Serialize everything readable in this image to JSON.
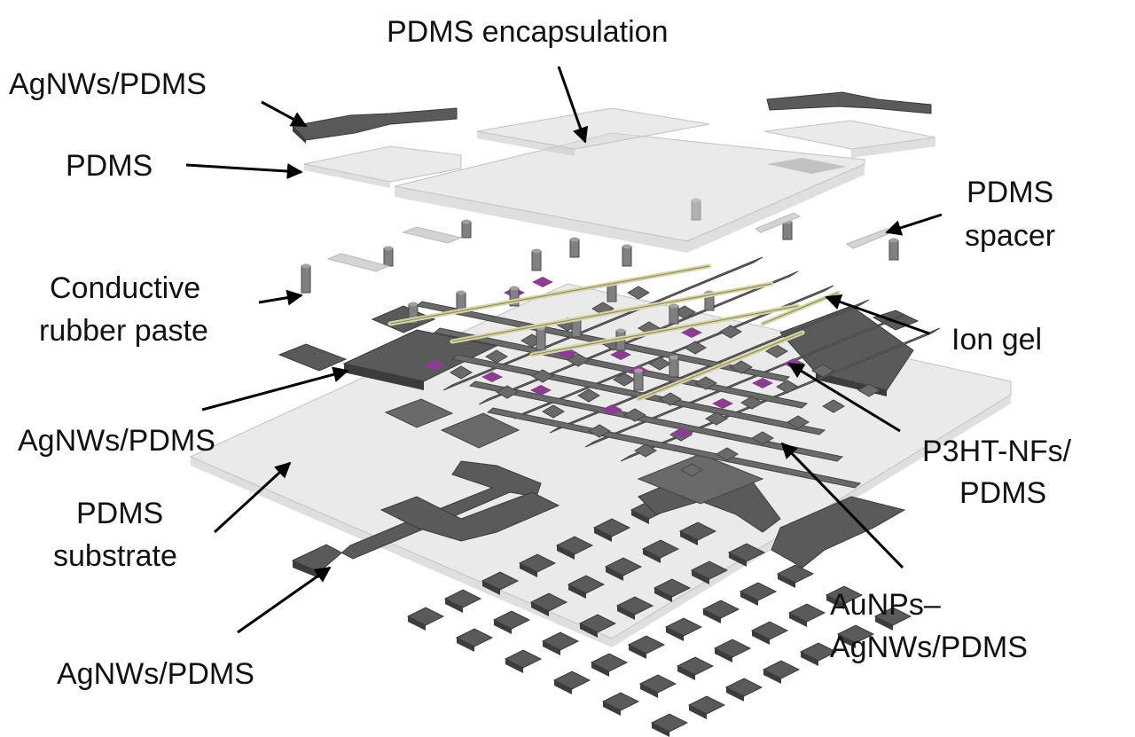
{
  "labels": {
    "pdms_encapsulation": "PDMS encapsulation",
    "agnws_pdms_top": "AgNWs/PDMS",
    "pdms_top": "PDMS",
    "pdms_spacer_1": "PDMS",
    "pdms_spacer_2": "spacer",
    "conductive_1": "Conductive",
    "conductive_2": "rubber paste",
    "ion_gel": "Ion gel",
    "agnws_pdms_mid": "AgNWs/PDMS",
    "p3ht_1": "P3HT-NFs/",
    "p3ht_2": "PDMS",
    "pdms_substrate_1": "PDMS",
    "pdms_substrate_2": "substrate",
    "aunps_1": "AuNPs–",
    "aunps_2": "AgNWs/PDMS",
    "agnws_pdms_bottom": "AgNWs/PDMS"
  },
  "colors": {
    "pdms": "#d9d9d9",
    "agnws": "#5a5a5a",
    "p3ht": "#8a3e8f",
    "ion_gel": "#d8d6a6"
  }
}
